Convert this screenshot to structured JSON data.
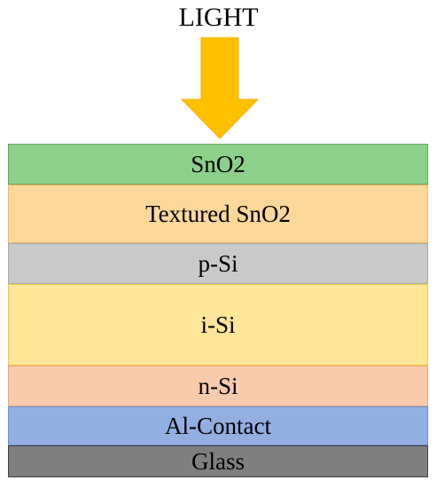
{
  "light_label": "LIGHT",
  "arrow": {
    "icon": "down-arrow-icon",
    "color": "#FFC000",
    "edge": "#F2B100"
  },
  "layers": [
    {
      "label": "SnO2",
      "fill": "#8DD08A",
      "border": "#5EA95B"
    },
    {
      "label": "Textured SnO2",
      "fill": "#FCD79A",
      "border": "#F1B963"
    },
    {
      "label": "p-Si",
      "fill": "#C9C9C9",
      "border": "#A8A8A8"
    },
    {
      "label": "i-Si",
      "fill": "#FFE699",
      "border": "#F2C94C"
    },
    {
      "label": "n-Si",
      "fill": "#F8CBAD",
      "border": "#E8A57F"
    },
    {
      "label": "Al-Contact",
      "fill": "#93AEE0",
      "border": "#6F8FCF"
    },
    {
      "label": "Glass",
      "fill": "#7F7F7F",
      "border": "#404040"
    }
  ]
}
